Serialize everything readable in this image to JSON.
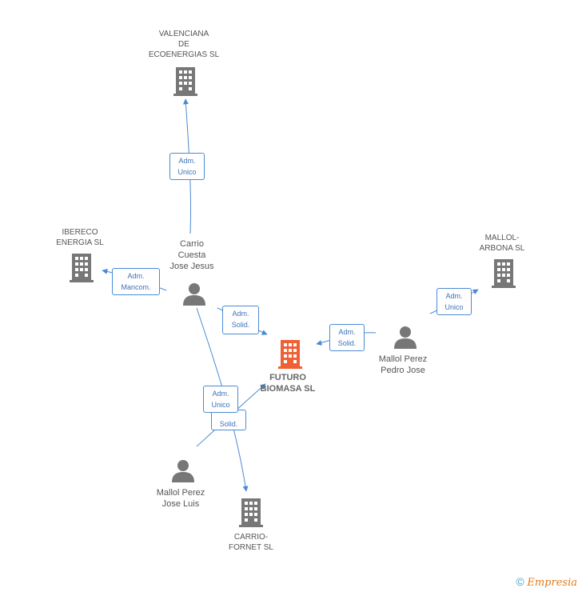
{
  "colors": {
    "company": "#777777",
    "focus": "#f06035",
    "person": "#777777",
    "edge": "#4a8ad4"
  },
  "nodes": {
    "valenciana": {
      "label": "VALENCIANA\nDE\nECOENERGIAS SL",
      "icon": "building-icon"
    },
    "ibereco": {
      "label": "IBERECO\nENERGIA  SL",
      "icon": "building-icon"
    },
    "mallol_arbona": {
      "label": "MALLOL-\nARBONA SL",
      "icon": "building-icon"
    },
    "futuro": {
      "label": "FUTURO\nBIOMASA SL",
      "icon": "building-icon"
    },
    "carrio_fornet": {
      "label": "CARRIO-\nFORNET SL",
      "icon": "building-icon"
    },
    "carrio_cuesta": {
      "label": "Carrio\nCuesta\nJose Jesus",
      "icon": "person-icon"
    },
    "mallol_pedro": {
      "label": "Mallol Perez\nPedro Jose",
      "icon": "person-icon"
    },
    "mallol_luis": {
      "label": "Mallol Perez\nJose Luis",
      "icon": "person-icon"
    }
  },
  "badges": {
    "b1": "Adm.\nUnico",
    "b2": "Adm.\nMancom.",
    "b3": "Adm.\nSolid.",
    "b4": "Adm.\nSolid.",
    "b5": "Adm.\nUnico",
    "b6": "Adm.\nUnico",
    "b7": "Solid."
  },
  "footer": {
    "copyright": "©",
    "brand": "Empresia"
  }
}
